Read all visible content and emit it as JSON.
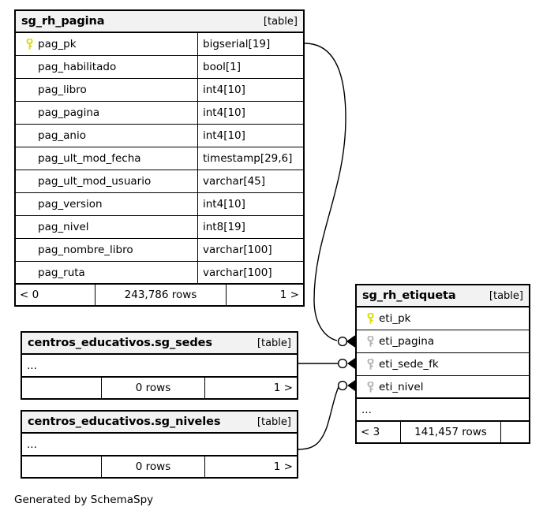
{
  "diagram": {
    "generator_credit": "Generated by SchemaSpy",
    "table_tag": "[table]",
    "ellipsis": "...",
    "colors": {
      "primary_key": "#e0e000",
      "foreign_key": "#b3b3b3",
      "header_bg": "#f2f2f2",
      "border": "#000000",
      "background": "#ffffff"
    }
  },
  "tables": {
    "sg_rh_pagina": {
      "name": "sg_rh_pagina",
      "tag": "[table]",
      "columns": [
        {
          "name": "pag_pk",
          "type": "bigserial[19]",
          "key": "primary"
        },
        {
          "name": "pag_habilitado",
          "type": "bool[1]",
          "key": "none"
        },
        {
          "name": "pag_libro",
          "type": "int4[10]",
          "key": "none"
        },
        {
          "name": "pag_pagina",
          "type": "int4[10]",
          "key": "none"
        },
        {
          "name": "pag_anio",
          "type": "int4[10]",
          "key": "none"
        },
        {
          "name": "pag_ult_mod_fecha",
          "type": "timestamp[29,6]",
          "key": "none"
        },
        {
          "name": "pag_ult_mod_usuario",
          "type": "varchar[45]",
          "key": "none"
        },
        {
          "name": "pag_version",
          "type": "int4[10]",
          "key": "none"
        },
        {
          "name": "pag_nivel",
          "type": "int8[19]",
          "key": "none"
        },
        {
          "name": "pag_nombre_libro",
          "type": "varchar[100]",
          "key": "none"
        },
        {
          "name": "pag_ruta",
          "type": "varchar[100]",
          "key": "none"
        }
      ],
      "footer": {
        "left": "< 0",
        "center": "243,786 rows",
        "right": "1 >"
      }
    },
    "sg_rh_etiqueta": {
      "name": "sg_rh_etiqueta",
      "tag": "[table]",
      "columns": [
        {
          "name": "eti_pk",
          "key": "primary"
        },
        {
          "name": "eti_pagina",
          "key": "foreign"
        },
        {
          "name": "eti_sede_fk",
          "key": "foreign"
        },
        {
          "name": "eti_nivel",
          "key": "foreign"
        }
      ],
      "more_indicator": "...",
      "footer": {
        "left": "< 3",
        "center": "141,457 rows",
        "right": ""
      }
    },
    "sg_sedes": {
      "name": "centros_educativos.sg_sedes",
      "tag": "[table]",
      "more_indicator": "...",
      "footer": {
        "left": "",
        "center": "0 rows",
        "right": "1 >"
      }
    },
    "sg_niveles": {
      "name": "centros_educativos.sg_niveles",
      "tag": "[table]",
      "more_indicator": "...",
      "footer": {
        "left": "",
        "center": "0 rows",
        "right": "1 >"
      }
    }
  },
  "relationships": [
    {
      "from": "sg_rh_pagina.pag_pk",
      "to": "sg_rh_etiqueta.eti_pagina",
      "notation": "zero-or-many"
    },
    {
      "from": "sg_sedes",
      "to": "sg_rh_etiqueta.eti_sede_fk",
      "notation": "zero-or-many"
    },
    {
      "from": "sg_niveles",
      "to": "sg_rh_etiqueta.eti_nivel",
      "notation": "zero-or-many"
    }
  ]
}
